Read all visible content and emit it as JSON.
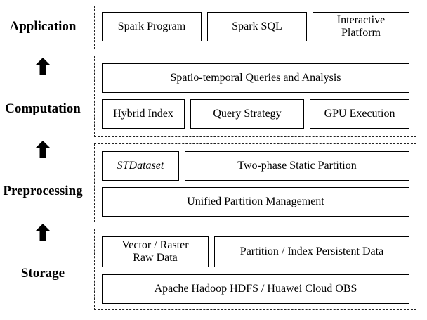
{
  "layers": {
    "application": {
      "label": "Application",
      "boxes": [
        "Spark Program",
        "Spark SQL",
        "Interactive Platform"
      ]
    },
    "computation": {
      "label": "Computation",
      "top": "Spatio-temporal Queries and Analysis",
      "boxes": [
        "Hybrid Index",
        "Query Strategy",
        "GPU Execution"
      ]
    },
    "preprocessing": {
      "label": "Preprocessing",
      "boxes": [
        "STDataset",
        "Two-phase Static Partition"
      ],
      "bottom": "Unified Partition Management"
    },
    "storage": {
      "label": "Storage",
      "boxes": [
        "Vector / Raster Raw Data",
        "Partition / Index Persistent Data"
      ],
      "bottom": "Apache Hadoop HDFS / Huawei Cloud OBS"
    }
  },
  "icons": {
    "arrow": "up-arrow-icon"
  },
  "colors": {
    "line": "#000000",
    "background": "#ffffff"
  }
}
